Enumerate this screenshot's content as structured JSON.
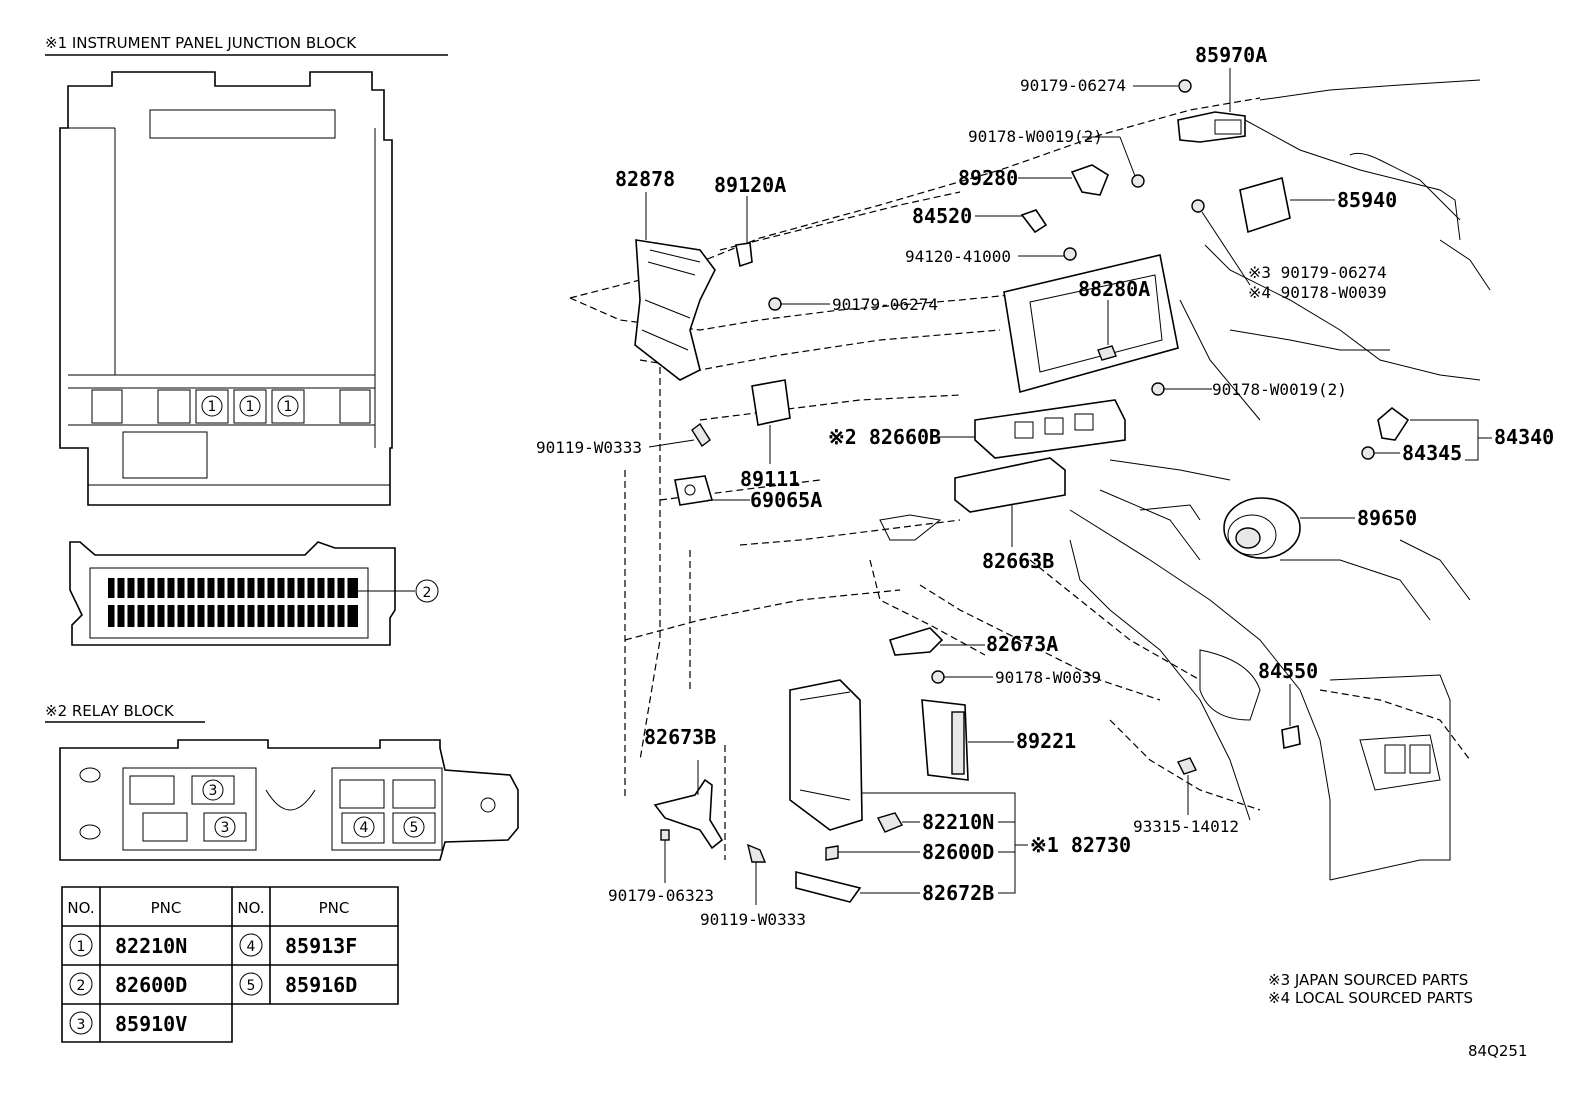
{
  "notes": {
    "ip_junction_block": "※1 INSTRUMENT PANEL JUNCTION BLOCK",
    "relay_block": "※2 RELAY BLOCK",
    "japan": "※3 JAPAN SOURCED PARTS",
    "local": "※4 LOCAL SOURCED PARTS",
    "diagram_id": "84Q251"
  },
  "circle_markers": {
    "c1": "1",
    "c2": "2",
    "c3": "3",
    "c4": "4",
    "c5": "5"
  },
  "parts": {
    "p85970A": "85970A",
    "p90179_06274_a": "90179-06274",
    "p90178_W0019_2a": "90178-W0019(2)",
    "p89280": "89280",
    "p85940": "85940",
    "p82878": "82878",
    "p89120A": "89120A",
    "p84520": "84520",
    "p94120_41000": "94120-41000",
    "p90179_06274_b": "90179-06274",
    "p88280A": "88280A",
    "p90179_06274_j": "※3 90179-06274",
    "p90178_W0039_l": "※4 90178-W0039",
    "p90178_W0019_2b": "90178-W0019(2)",
    "p90119_W0333_a": "90119-W0333",
    "p82660B": "※2 82660B",
    "p89111": "89111",
    "p69065A": "69065A",
    "p84340": "84340",
    "p84345": "84345",
    "p89650": "89650",
    "p82663B": "82663B",
    "p82673A": "82673A",
    "p90178_W0039": "90178-W0039",
    "p84550": "84550",
    "p89221": "89221",
    "p82673B": "82673B",
    "p82210N": "82210N",
    "p82600D": "82600D",
    "p82730": "※1 82730",
    "p82672B": "82672B",
    "p93315_14012": "93315-14012",
    "p90179_06323": "90179-06323",
    "p90119_W0333_b": "90119-W0333"
  },
  "pnc_table": {
    "header_no": "NO.",
    "header_pnc": "PNC",
    "rows": [
      {
        "no": "1",
        "pnc": "82210N"
      },
      {
        "no": "2",
        "pnc": "82600D"
      },
      {
        "no": "3",
        "pnc": "85910V"
      },
      {
        "no": "4",
        "pnc": "85913F"
      },
      {
        "no": "5",
        "pnc": "85916D"
      }
    ]
  }
}
